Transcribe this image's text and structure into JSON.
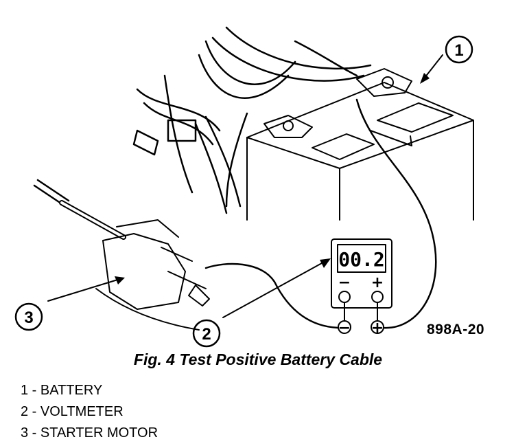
{
  "figure": {
    "code": "898A-20",
    "caption": "Fig. 4 Test Positive Battery Cable"
  },
  "callouts": [
    "1",
    "2",
    "3"
  ],
  "voltmeter": {
    "display": "00.2",
    "minus_symbol": "−",
    "plus_symbol": "+"
  },
  "legend": [
    {
      "text": "1 - BATTERY"
    },
    {
      "text": "2 - VOLTMETER"
    },
    {
      "text": "3 - STARTER MOTOR"
    }
  ]
}
